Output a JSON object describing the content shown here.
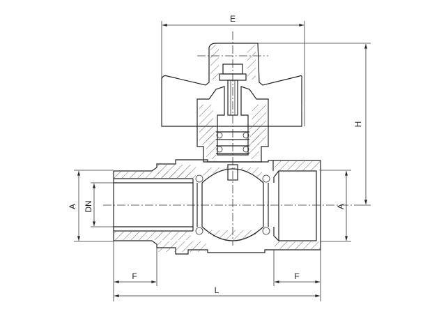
{
  "title": "Ball valve sectional drawing",
  "dimensions": {
    "E": "E",
    "H": "H",
    "A_left": "A",
    "DN": "DN",
    "A_right": "A",
    "F_left": "F",
    "F_right": "F",
    "L": "L"
  },
  "colors": {
    "line": "#222222",
    "background": "#ffffff"
  }
}
